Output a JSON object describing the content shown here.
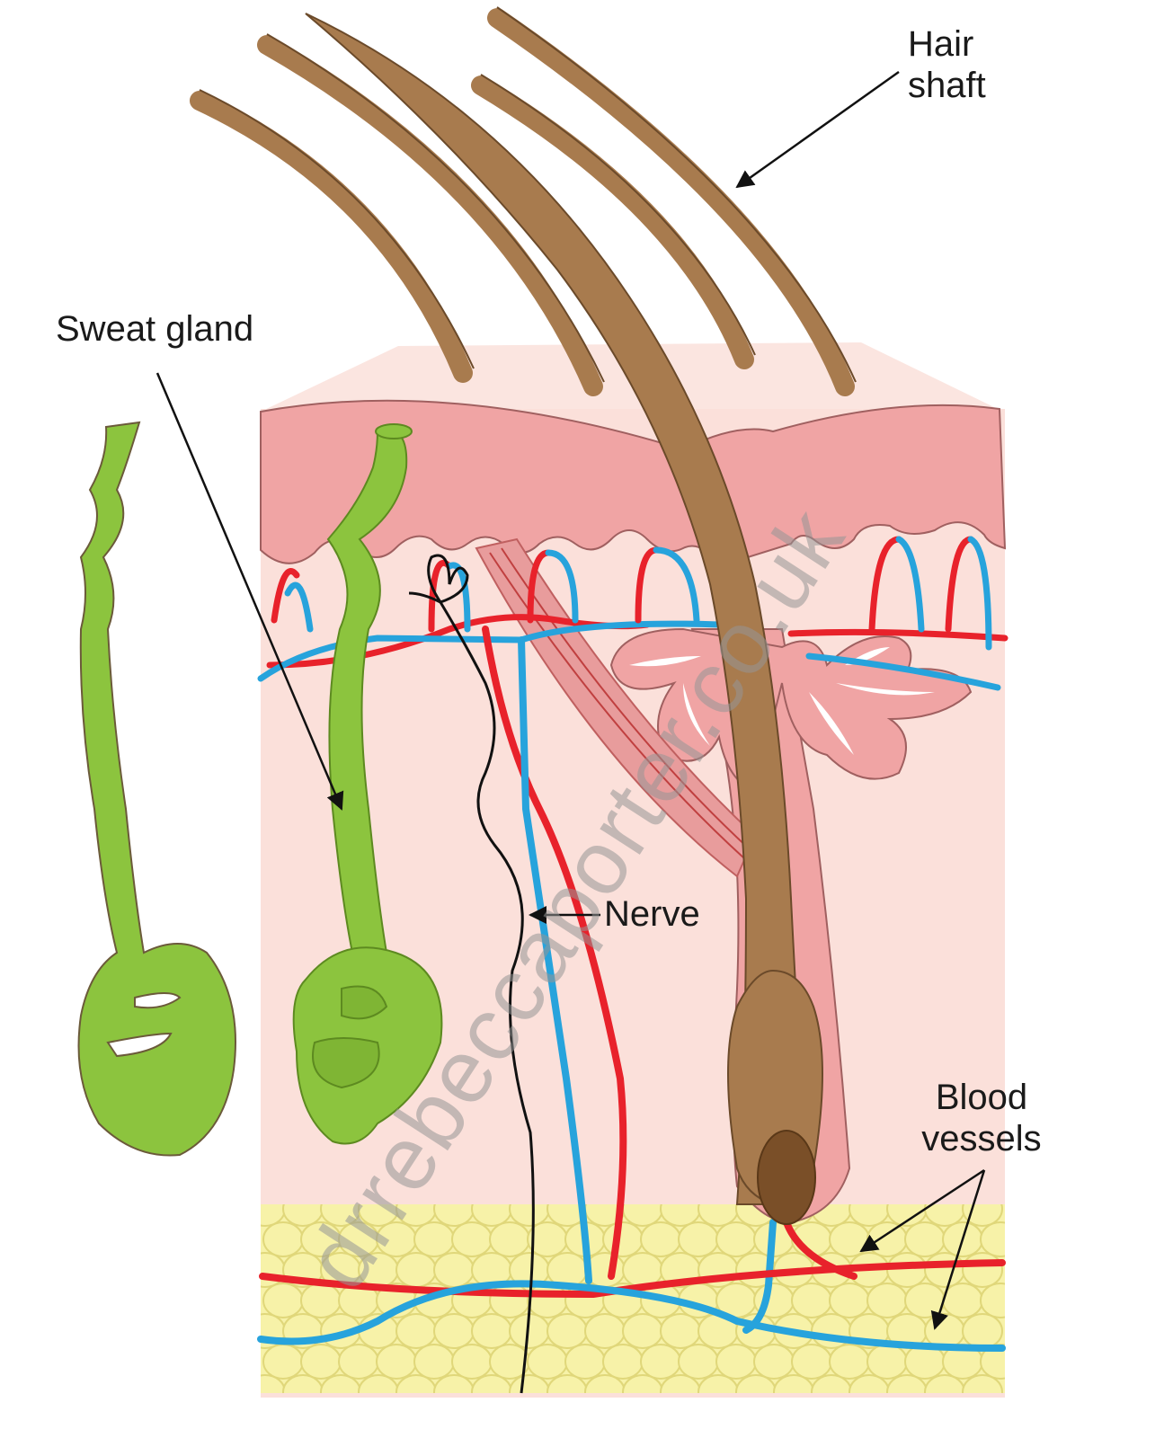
{
  "labels": {
    "hair_shaft_line1": "Hair",
    "hair_shaft_line2": "shaft",
    "sweat_gland": "Sweat gland",
    "nerve": "Nerve",
    "blood_vessels_line1": "Blood",
    "blood_vessels_line2": "vessels"
  },
  "watermark": "drrebeccaporter.co.uk",
  "colors": {
    "skin_block": "#fbe0da",
    "epidermis": "#f0a4a4",
    "hair": "#a87b4e",
    "hair_bulb": "#7a4f28",
    "sweat_gland": "#8cc43e",
    "artery": "#e8222b",
    "vein": "#27a3dc",
    "fat": "#f7f2a8",
    "nerve": "#111111"
  }
}
